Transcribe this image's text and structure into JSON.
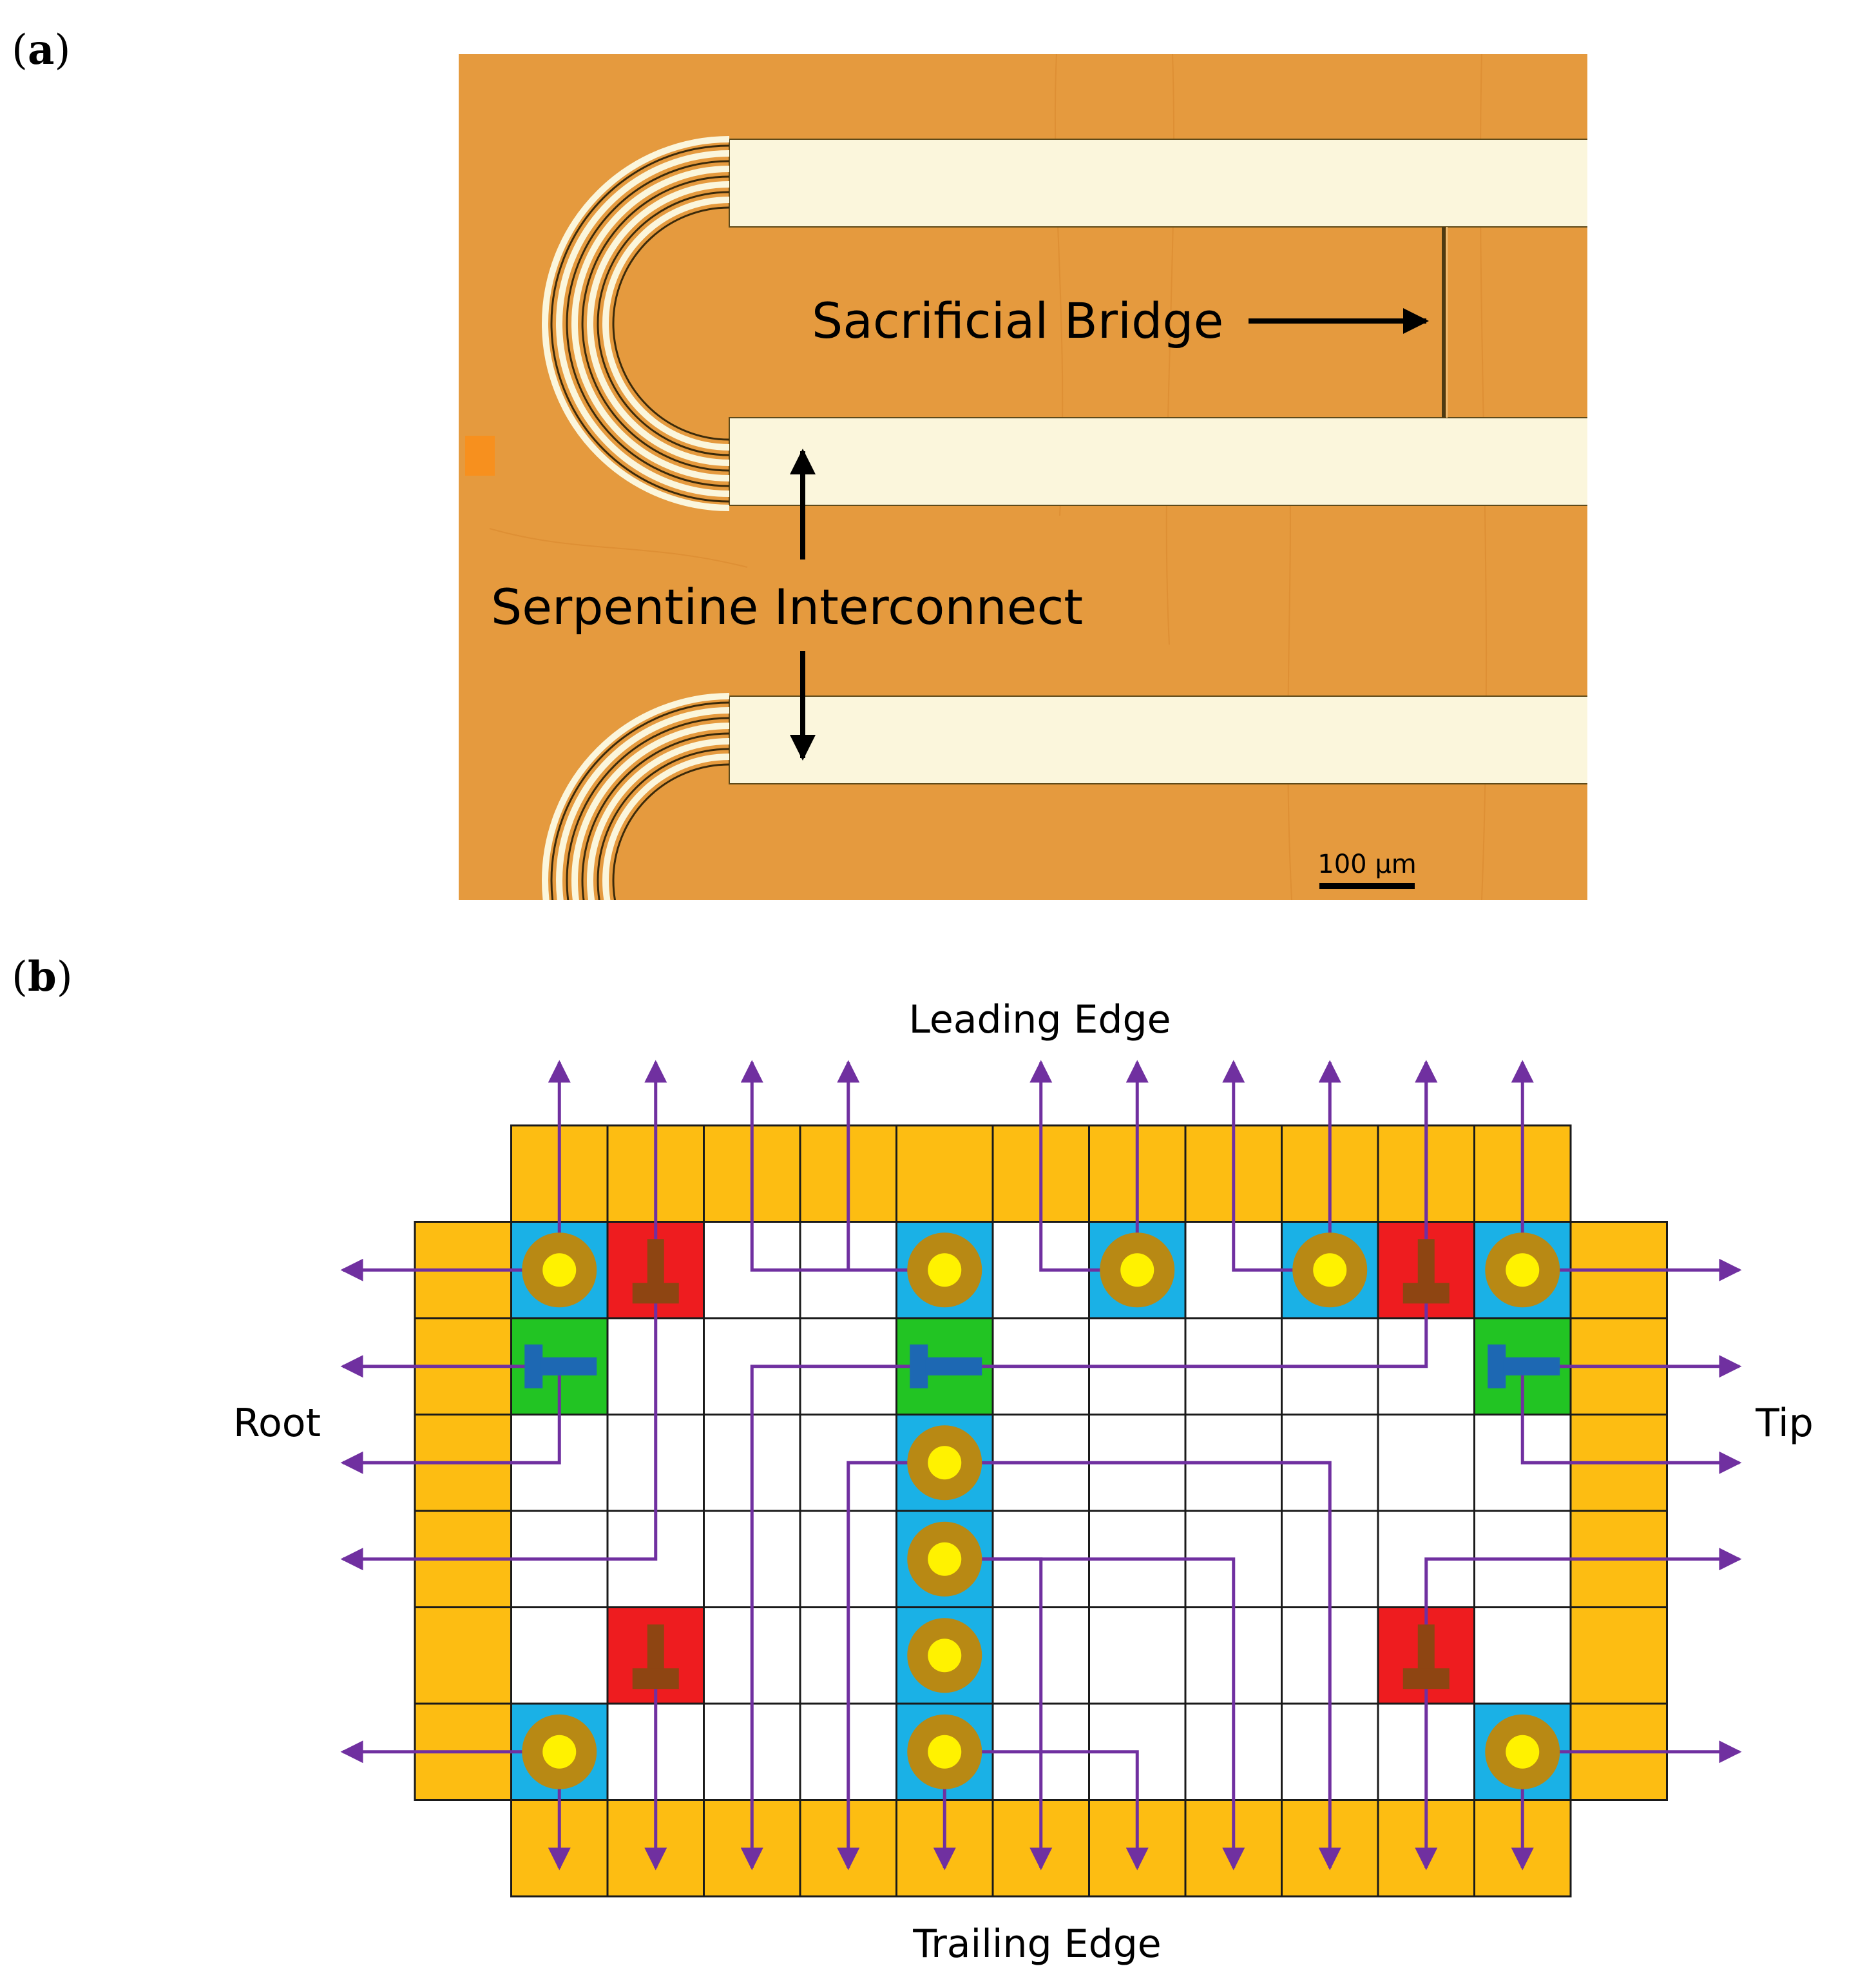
{
  "panel_a": {
    "label": "a",
    "bridge_label": "Sacrificial Bridge",
    "interconnect_label": "Serpentine Interconnect",
    "scale_bar": "100 µm"
  },
  "panel_b": {
    "label": "b",
    "top_label": "Leading Edge",
    "bottom_label": "Trailing Edge",
    "left_label": "Root",
    "right_label": "Tip"
  },
  "colors": {
    "substrate": "#e59a3e",
    "trace": "#fbf6dc",
    "frame_cell": "#fdbd12",
    "blue_cell": "#1ab1e6",
    "red_cell": "#ee1c1f",
    "green_cell": "#22c423",
    "via_ring": "#b88914",
    "via_core": "#fff200",
    "route": "#7030a0",
    "t_blue": "#1d68b3",
    "t_brown": "#8e4512"
  }
}
